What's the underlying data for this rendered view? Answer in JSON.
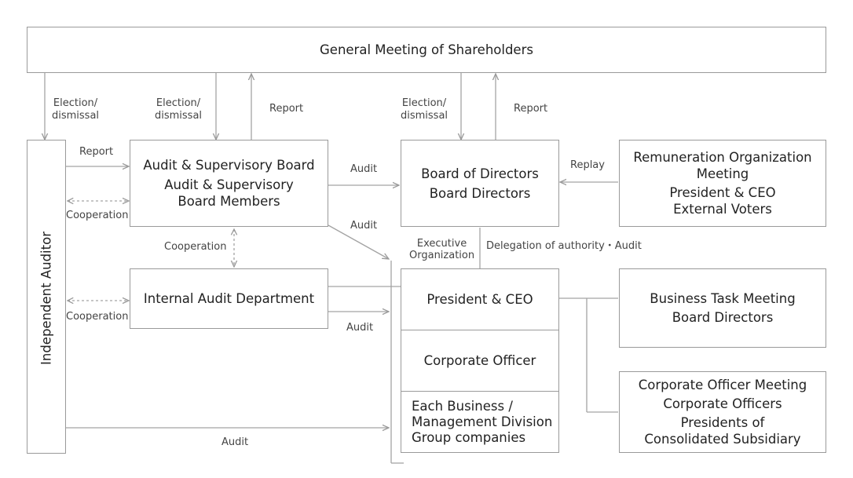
{
  "boxes": {
    "shareholders": "General Meeting of Shareholders",
    "independent_auditor": "Independent Auditor",
    "audit_board_line1": "Audit & Supervisory Board",
    "audit_board_line2": "Audit & Supervisory",
    "audit_board_line3": "Board Members",
    "board_line1": "Board of Directors",
    "board_line2": "Board Directors",
    "remuneration_line1": "Remuneration Organization",
    "remuneration_line2": "Meeting",
    "remuneration_line3": "President & CEO",
    "remuneration_line4": "External Voters",
    "internal_audit": "Internal Audit Department",
    "president": "President & CEO",
    "corporate_officer": "Corporate Officer",
    "each_business_line1": "Each Business /",
    "each_business_line2": "Management Division",
    "each_business_line3": "Group companies",
    "business_task_line1": "Business Task Meeting",
    "business_task_line2": "Board Directors",
    "officer_meeting_line1": "Corporate Officer Meeting",
    "officer_meeting_line2": "Corporate Officers",
    "officer_meeting_line3": "Presidents of",
    "officer_meeting_line4": "Consolidated Subsidiary"
  },
  "labels": {
    "election1_a": "Election/",
    "election1_b": "dismissal",
    "election2_a": "Election/",
    "election2_b": "dismissal",
    "election3_a": "Election/",
    "election3_b": "dismissal",
    "report1": "Report",
    "report2": "Report",
    "report_auditor": "Report",
    "cooperation1": "Cooperation",
    "cooperation2": "Cooperation",
    "cooperation3": "Cooperation",
    "audit_board_to_bod": "Audit",
    "audit_board_to_exec": "Audit",
    "audit_internal": "Audit",
    "audit_bottom": "Audit",
    "replay": "Replay",
    "executive_a": "Executive",
    "executive_b": "Organization",
    "delegation": "Delegation of authority・Audit"
  }
}
